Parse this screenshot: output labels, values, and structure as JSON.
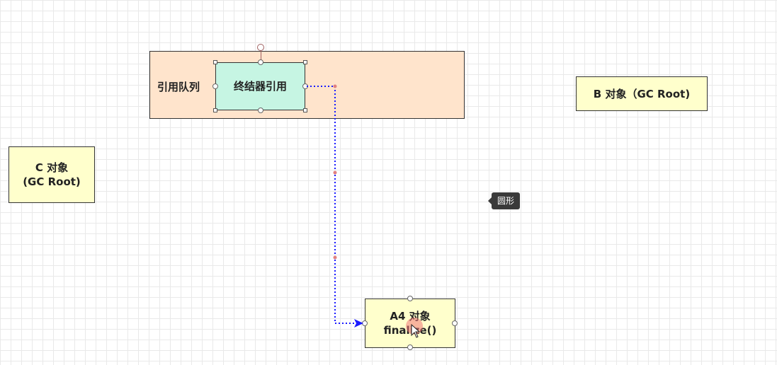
{
  "nodes": {
    "queue_label": "引用队列",
    "finalizer": "终结器引用",
    "b_object": "B 对象（GC Root)",
    "c_object_line1": "C 对象",
    "c_object_line2": "(GC Root)",
    "a4_line1": "A4 对象",
    "a4_line2": "finalize()"
  },
  "tooltip": "圆形",
  "colors": {
    "queue_fill": "#ffe4cc",
    "finalizer_fill": "#c6f5e3",
    "object_fill": "#ffffcc",
    "connector": "#1a1aff"
  }
}
